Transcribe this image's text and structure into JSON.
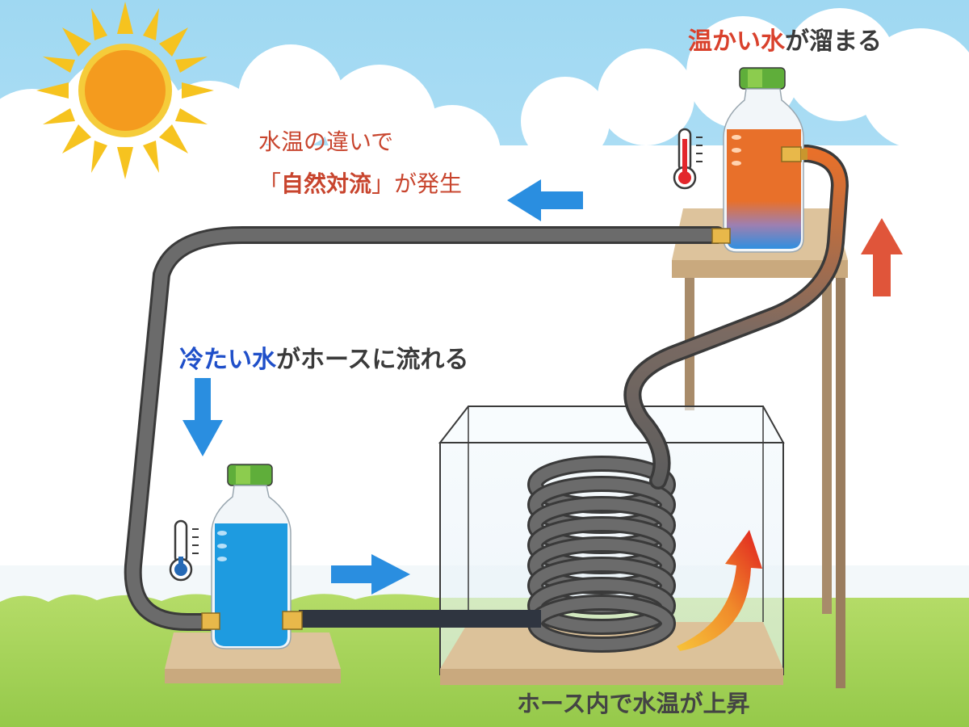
{
  "labels": {
    "warm_water_1": "温かい水",
    "warm_water_2": "が溜まる",
    "convection_line1": "水温の違いで",
    "convection_bracket_open": "「",
    "convection_strong": "自然対流",
    "convection_bracket_close": "」",
    "convection_tail": "が発生",
    "cold_water_1": "冷たい水",
    "cold_water_2": "がホースに流れる",
    "temp_rise": "ホース内で水温が上昇"
  },
  "colors": {
    "sky": "#a9dcf3",
    "grass": "#a7d45a",
    "sun": "#f4a21e",
    "hose": "#5d5d5d",
    "warm_water": "#e8702a",
    "cold_water": "#1e9be0",
    "arrow_blue": "#2a8ee0",
    "arrow_red": "#e0553a",
    "wood": "#dcc29a",
    "cap": "#5fae3a"
  },
  "icons": [
    "sun-icon",
    "thermometer-hot-icon",
    "thermometer-cold-icon",
    "flow-arrow-left-icon",
    "flow-arrow-down-icon",
    "flow-arrow-right-icon",
    "flow-arrow-up-icon",
    "heat-rise-arrow-icon"
  ]
}
